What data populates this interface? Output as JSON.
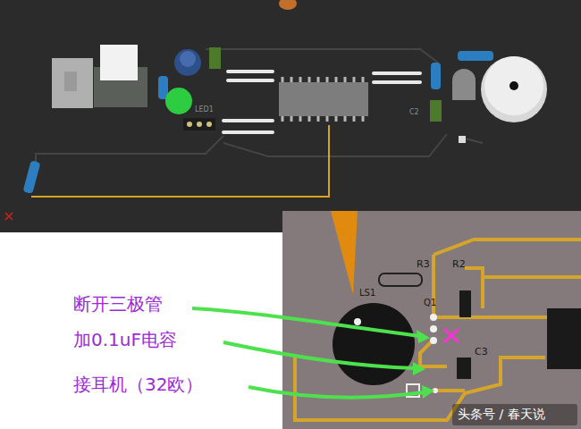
{
  "diagram": {
    "labels": [
      "断开三极管",
      "加0.1uF电容",
      "接耳机（32欧）",
      "R3",
      "R2",
      "LS1",
      "Q1",
      "C3",
      "LED1",
      "C2",
      "头条号 / 春天说"
    ]
  }
}
